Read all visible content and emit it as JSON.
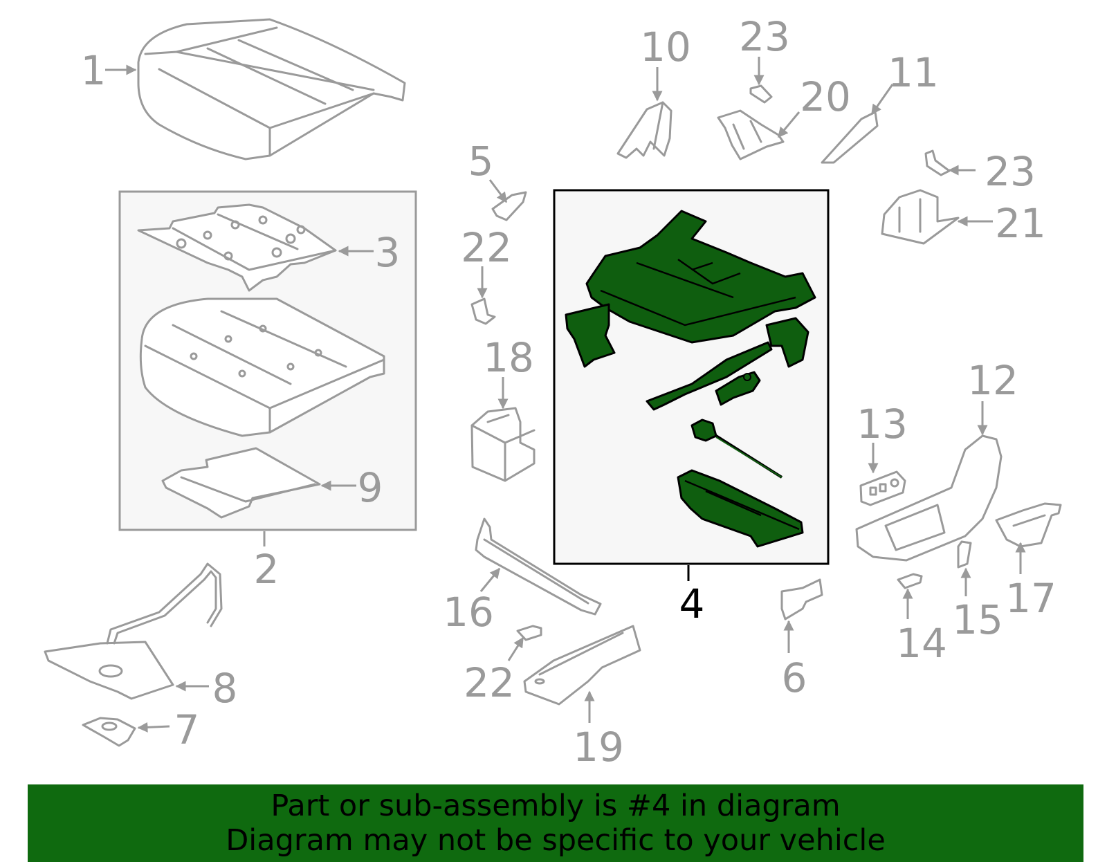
{
  "colors": {
    "highlight": "#0f5e0f",
    "banner": "#0f6a0f",
    "part_outline": "#9a9a9a",
    "callout_gray": "#9a9a9a",
    "callout_highlight": "#000000",
    "box_fill": "#f7f7f7"
  },
  "diagram": {
    "callouts": [
      {
        "id": "c1",
        "label": "1"
      },
      {
        "id": "c2",
        "label": "2"
      },
      {
        "id": "c3",
        "label": "3"
      },
      {
        "id": "c4",
        "label": "4",
        "highlighted": true
      },
      {
        "id": "c5",
        "label": "5"
      },
      {
        "id": "c6",
        "label": "6"
      },
      {
        "id": "c7",
        "label": "7"
      },
      {
        "id": "c8",
        "label": "8"
      },
      {
        "id": "c9",
        "label": "9"
      },
      {
        "id": "c10",
        "label": "10"
      },
      {
        "id": "c11",
        "label": "11"
      },
      {
        "id": "c12",
        "label": "12"
      },
      {
        "id": "c13",
        "label": "13"
      },
      {
        "id": "c14",
        "label": "14"
      },
      {
        "id": "c15",
        "label": "15"
      },
      {
        "id": "c16",
        "label": "16"
      },
      {
        "id": "c17",
        "label": "17"
      },
      {
        "id": "c18",
        "label": "18"
      },
      {
        "id": "c19",
        "label": "19"
      },
      {
        "id": "c20",
        "label": "20"
      },
      {
        "id": "c21",
        "label": "21"
      },
      {
        "id": "c22a",
        "label": "22"
      },
      {
        "id": "c22b",
        "label": "22"
      },
      {
        "id": "c23a",
        "label": "23"
      },
      {
        "id": "c23b",
        "label": "23"
      }
    ]
  },
  "banner": {
    "line1": "Part or sub-assembly is #4 in diagram",
    "line2": "Diagram may not be specific to your vehicle"
  }
}
